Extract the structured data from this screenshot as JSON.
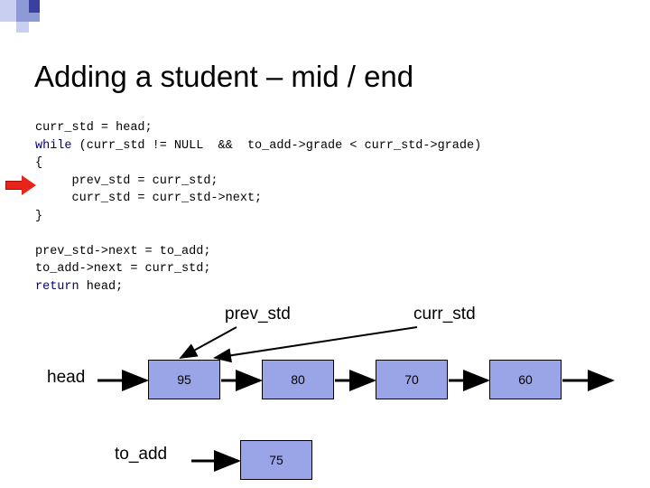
{
  "slide": {
    "title": "Adding a student – mid / end",
    "decor_colors": {
      "light": "#c9cff0",
      "mid": "#8d9ad6",
      "dark": "#3b3f9e"
    },
    "pointer_color": "#e8231a"
  },
  "code": {
    "lines": [
      {
        "segments": [
          {
            "text": "curr_std = head;",
            "kind": "plain"
          }
        ]
      },
      {
        "segments": [
          {
            "text": "while",
            "kind": "keyword"
          },
          {
            "text": " (curr_std != NULL  &&  to_add->grade < curr_std->grade)",
            "kind": "plain"
          }
        ]
      },
      {
        "segments": [
          {
            "text": "{",
            "kind": "plain"
          }
        ]
      },
      {
        "segments": [
          {
            "text": "     prev_std = curr_std;",
            "kind": "plain"
          }
        ]
      },
      {
        "segments": [
          {
            "text": "     curr_std = curr_std->next;",
            "kind": "plain"
          }
        ]
      },
      {
        "segments": [
          {
            "text": "}",
            "kind": "plain"
          }
        ]
      },
      {
        "segments": [
          {
            "text": "",
            "kind": "plain"
          }
        ]
      },
      {
        "segments": [
          {
            "text": "prev_std->next = to_add;",
            "kind": "plain"
          }
        ]
      },
      {
        "segments": [
          {
            "text": "to_add->next = curr_std;",
            "kind": "plain"
          }
        ]
      },
      {
        "segments": [
          {
            "text": "return",
            "kind": "keyword"
          },
          {
            "text": " head;",
            "kind": "plain"
          }
        ]
      }
    ]
  },
  "diagram": {
    "labels": {
      "prev_std": "prev_std",
      "curr_std": "curr_std",
      "head": "head",
      "to_add": "to_add"
    },
    "node_color": "#9aa5e8",
    "list_nodes": [
      {
        "value": "95"
      },
      {
        "value": "80"
      },
      {
        "value": "70"
      },
      {
        "value": "60"
      }
    ],
    "new_node": {
      "value": "75"
    }
  }
}
